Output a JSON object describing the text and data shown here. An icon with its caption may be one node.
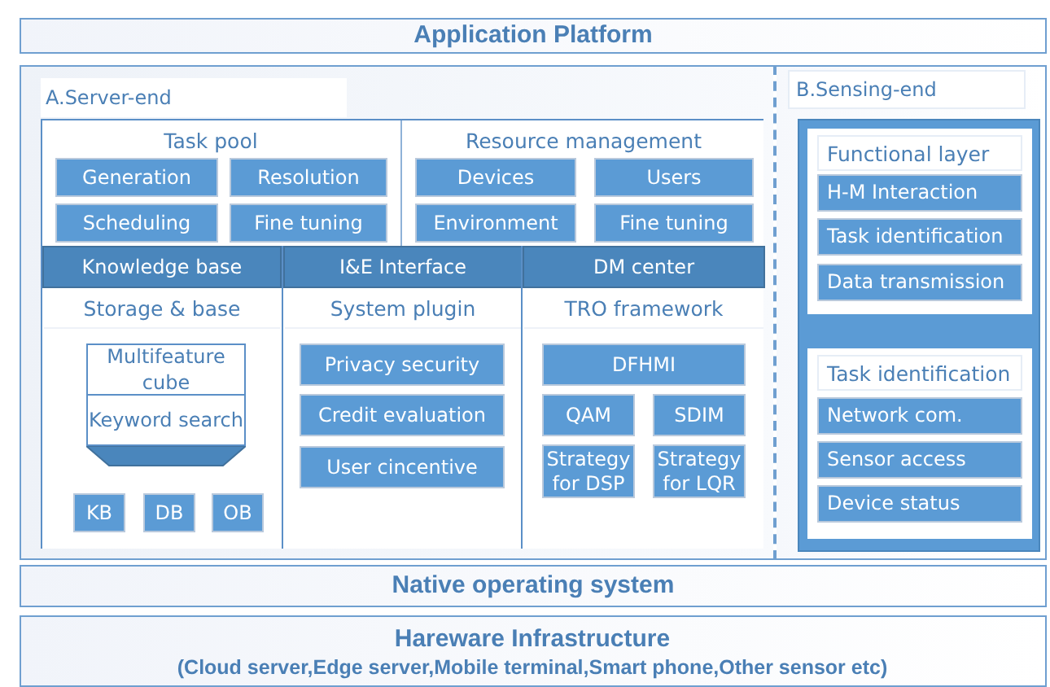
{
  "diagram": {
    "nodes": [
      {
        "text": [
          "Application Platform"
        ]
      },
      {
        "text": [
          "A.Server-end"
        ]
      },
      {
        "text": [
          "B.Sensing-end"
        ]
      },
      {
        "text": [
          "Task pool"
        ],
        "in": 1
      },
      {
        "text": [
          "Generation"
        ],
        "in": 3
      },
      {
        "text": [
          "Resolution"
        ],
        "in": 3
      },
      {
        "text": [
          "Scheduling"
        ],
        "in": 3
      },
      {
        "text": [
          "Fine tuning"
        ],
        "in": 3
      },
      {
        "text": [
          "Resource management"
        ],
        "in": 1
      },
      {
        "text": [
          "Devices"
        ],
        "in": 8
      },
      {
        "text": [
          "Users"
        ],
        "in": 8
      },
      {
        "text": [
          "Environment"
        ],
        "in": 8
      },
      {
        "text": [
          "Fine tuning"
        ],
        "in": 8
      },
      {
        "text": [
          "Knowledge base",
          "Storage & base"
        ],
        "in": 1
      },
      {
        "text": [
          "Multifeature cube"
        ],
        "in": 13
      },
      {
        "text": [
          "Keyword search"
        ],
        "in": 13
      },
      {
        "text": [
          "KB"
        ],
        "in": 13
      },
      {
        "text": [
          "DB"
        ],
        "in": 13
      },
      {
        "text": [
          "OB"
        ],
        "in": 13
      },
      {
        "text": [
          "I&E Interface",
          "System plugin"
        ],
        "in": 1
      },
      {
        "text": [
          "Privacy security"
        ],
        "in": 19
      },
      {
        "text": [
          "Credit evaluation"
        ],
        "in": 19
      },
      {
        "text": [
          "User cincentive"
        ],
        "in": 19
      },
      {
        "text": [
          "DM center",
          "TRO framework"
        ],
        "in": 1
      },
      {
        "text": [
          "DFHMI"
        ],
        "in": 23
      },
      {
        "text": [
          "QAM"
        ],
        "in": 23
      },
      {
        "text": [
          "SDIM"
        ],
        "in": 23
      },
      {
        "text": [
          "Strategy for DSP"
        ],
        "in": 23
      },
      {
        "text": [
          "Strategy for LQR"
        ],
        "in": 23
      },
      {
        "text": [
          "Functional layer"
        ],
        "in": 2
      },
      {
        "text": [
          "H-M Interaction"
        ],
        "in": 29
      },
      {
        "text": [
          "Task identification"
        ],
        "in": 29
      },
      {
        "text": [
          "Data transmission"
        ],
        "in": 29
      },
      {
        "text": [
          "Task identification"
        ],
        "in": 2
      },
      {
        "text": [
          "Network com."
        ],
        "in": 33
      },
      {
        "text": [
          "Sensor access"
        ],
        "in": 33
      },
      {
        "text": [
          "Device status"
        ],
        "in": 33
      },
      {
        "text": [
          "Native operating system"
        ]
      },
      {
        "text": [
          "Hareware Infrastructure",
          "(Cloud server,Edge server,Mobile terminal,Smart phone,Other sensor etc)"
        ]
      }
    ]
  }
}
